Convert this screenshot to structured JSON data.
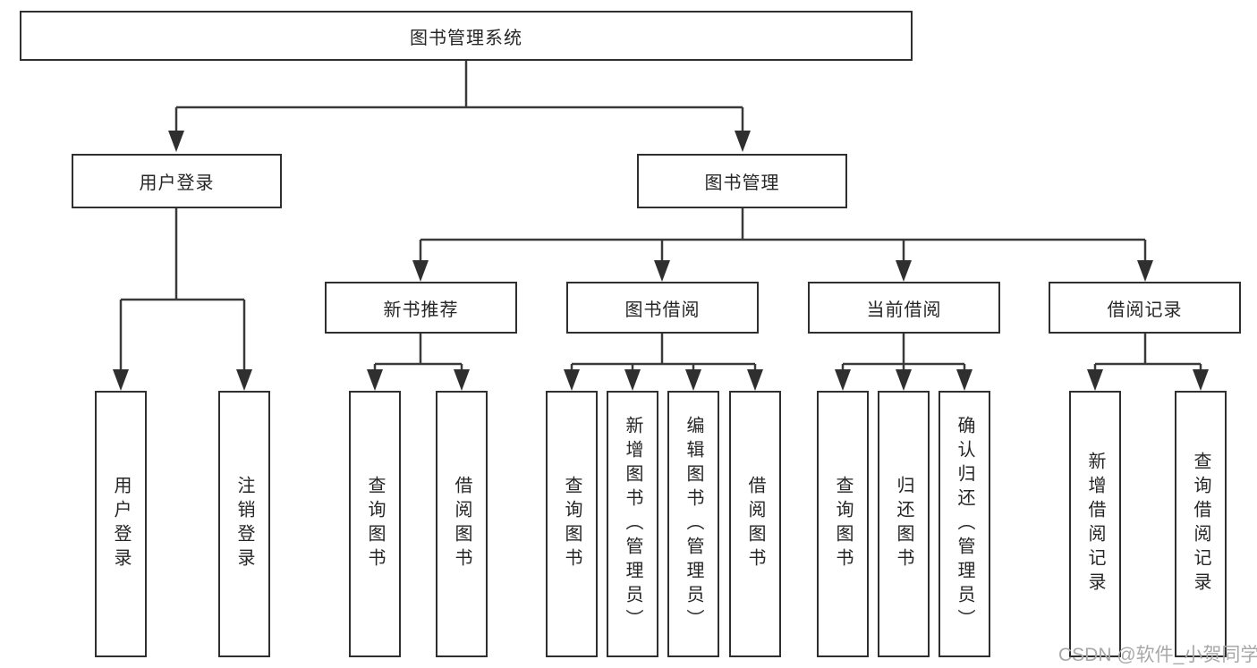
{
  "diagram": {
    "title_node": "图书管理系统",
    "tree": {
      "root": {
        "label": "图书管理系统"
      },
      "branches": [
        {
          "label": "用户登录",
          "children": [
            {
              "label": "用户登录"
            },
            {
              "label": "注销登录"
            }
          ]
        },
        {
          "label": "图书管理",
          "children": [
            {
              "label": "新书推荐",
              "children": [
                {
                  "label": "查询图书"
                },
                {
                  "label": "借阅图书"
                }
              ]
            },
            {
              "label": "图书借阅",
              "children": [
                {
                  "label": "查询图书"
                },
                {
                  "label": "新增图书（管理员）"
                },
                {
                  "label": "编辑图书（管理员）"
                },
                {
                  "label": "借阅图书"
                }
              ]
            },
            {
              "label": "当前借阅",
              "children": [
                {
                  "label": "查询图书"
                },
                {
                  "label": "归还图书"
                },
                {
                  "label": "确认归还（管理员）"
                }
              ]
            },
            {
              "label": "借阅记录",
              "children": [
                {
                  "label": "新增借阅记录"
                },
                {
                  "label": "查询借阅记录"
                }
              ]
            }
          ]
        }
      ]
    },
    "watermark": {
      "text": "CSDN @软件_小贺同学"
    },
    "colors": {
      "line": "#3a3a3a",
      "box_border": "#2f2f2f",
      "text": "#262626",
      "watermark": "#a8a8a8",
      "background": "#ffffff"
    }
  }
}
